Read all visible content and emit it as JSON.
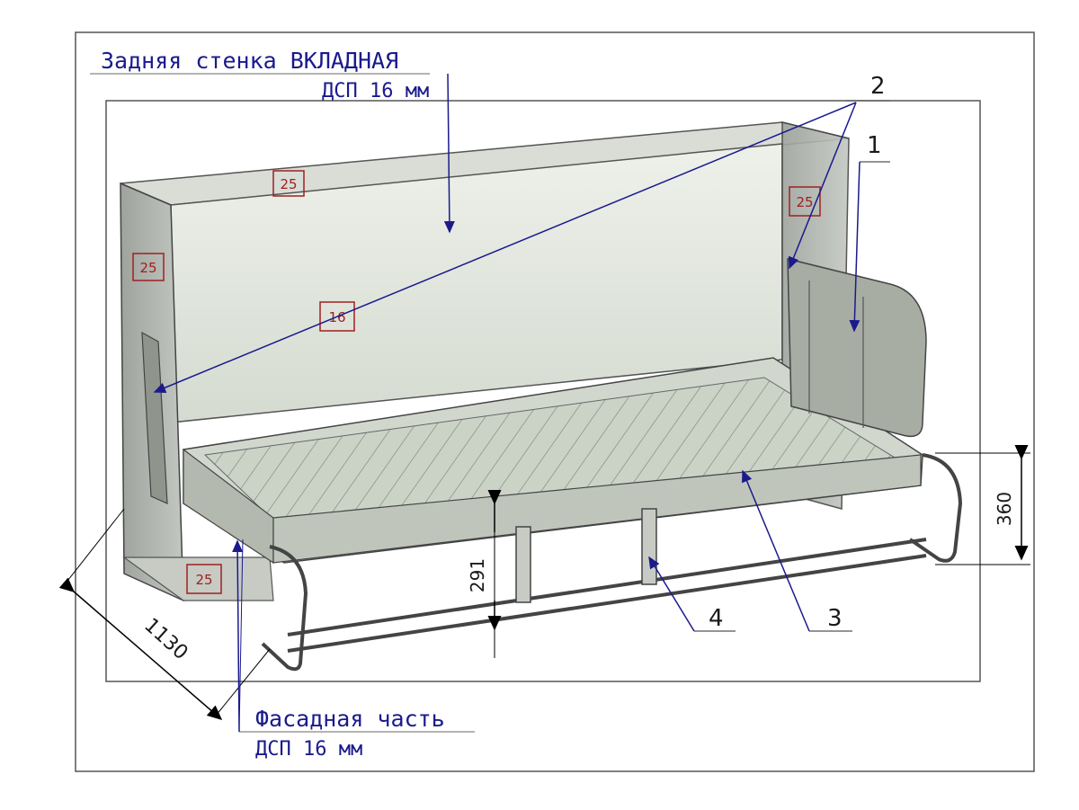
{
  "labels": {
    "back_wall_title": "Задняя стенка ВКЛАДНАЯ",
    "back_wall_material": "ДСП 16 мм",
    "front_title": "Фасадная часть",
    "front_material": "ДСП 16 мм"
  },
  "callouts": {
    "c1": "1",
    "c2": "2",
    "c3": "3",
    "c4": "4"
  },
  "dimensions": {
    "width": "1130",
    "leg_height": "291",
    "side_height": "360"
  },
  "thickness_marks": {
    "top": "25",
    "left_side": "25",
    "right_side": "25",
    "bottom": "25",
    "back_panel": "16"
  },
  "colors": {
    "annotation_blue": "#1a1a8c",
    "mark_red": "#a02020"
  }
}
